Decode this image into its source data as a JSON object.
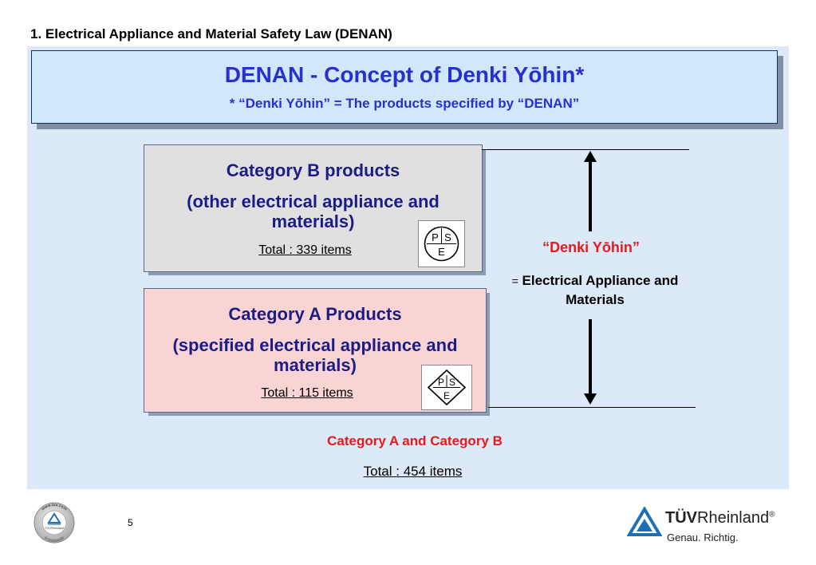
{
  "slide": {
    "title": "1. Electrical Appliance and Material Safety Law (DENAN)",
    "page_number": "5"
  },
  "banner": {
    "title": "DENAN - Concept of Denki Yōhin*",
    "subtitle": "* “Denki Yōhin”  =  The products specified by “DENAN”"
  },
  "category_b": {
    "heading": "Category B products",
    "subheading": "(other electrical appliance and materials)",
    "total": "Total : 339 items",
    "mark_letters": [
      "P",
      "S",
      "E"
    ]
  },
  "category_a": {
    "heading": "Category A  Products",
    "subheading": "(specified electrical appliance and materials)",
    "total": "Total : 115 items",
    "mark_letters": [
      "P",
      "S",
      "E"
    ]
  },
  "definition": {
    "term": "“Denki Yōhin”",
    "equals": "=",
    "meaning": "Electrical Appliance and Materials"
  },
  "summary": {
    "label": "Category A and Category B",
    "total": "Total : 454 items"
  },
  "footer": {
    "seal_text_top": "www.tuv.com",
    "seal_text_mid": "TÜVRheinland",
    "seal_text_bottom": "ID 0000000000",
    "brand_bold": "TÜV",
    "brand_regular": "Rheinland",
    "brand_registered": "®",
    "brand_tagline": "Genau. Richtig."
  },
  "colors": {
    "panel": "#dbe9f8",
    "banner": "#cfe8fb",
    "banner_text": "#2a2fcf",
    "category_b_fill": "#e0e0e0",
    "category_a_fill": "#f9d4d4",
    "category_text": "#1c1c87",
    "accent_red": "#e8191a",
    "brand_blue": "#1f6fb5"
  }
}
